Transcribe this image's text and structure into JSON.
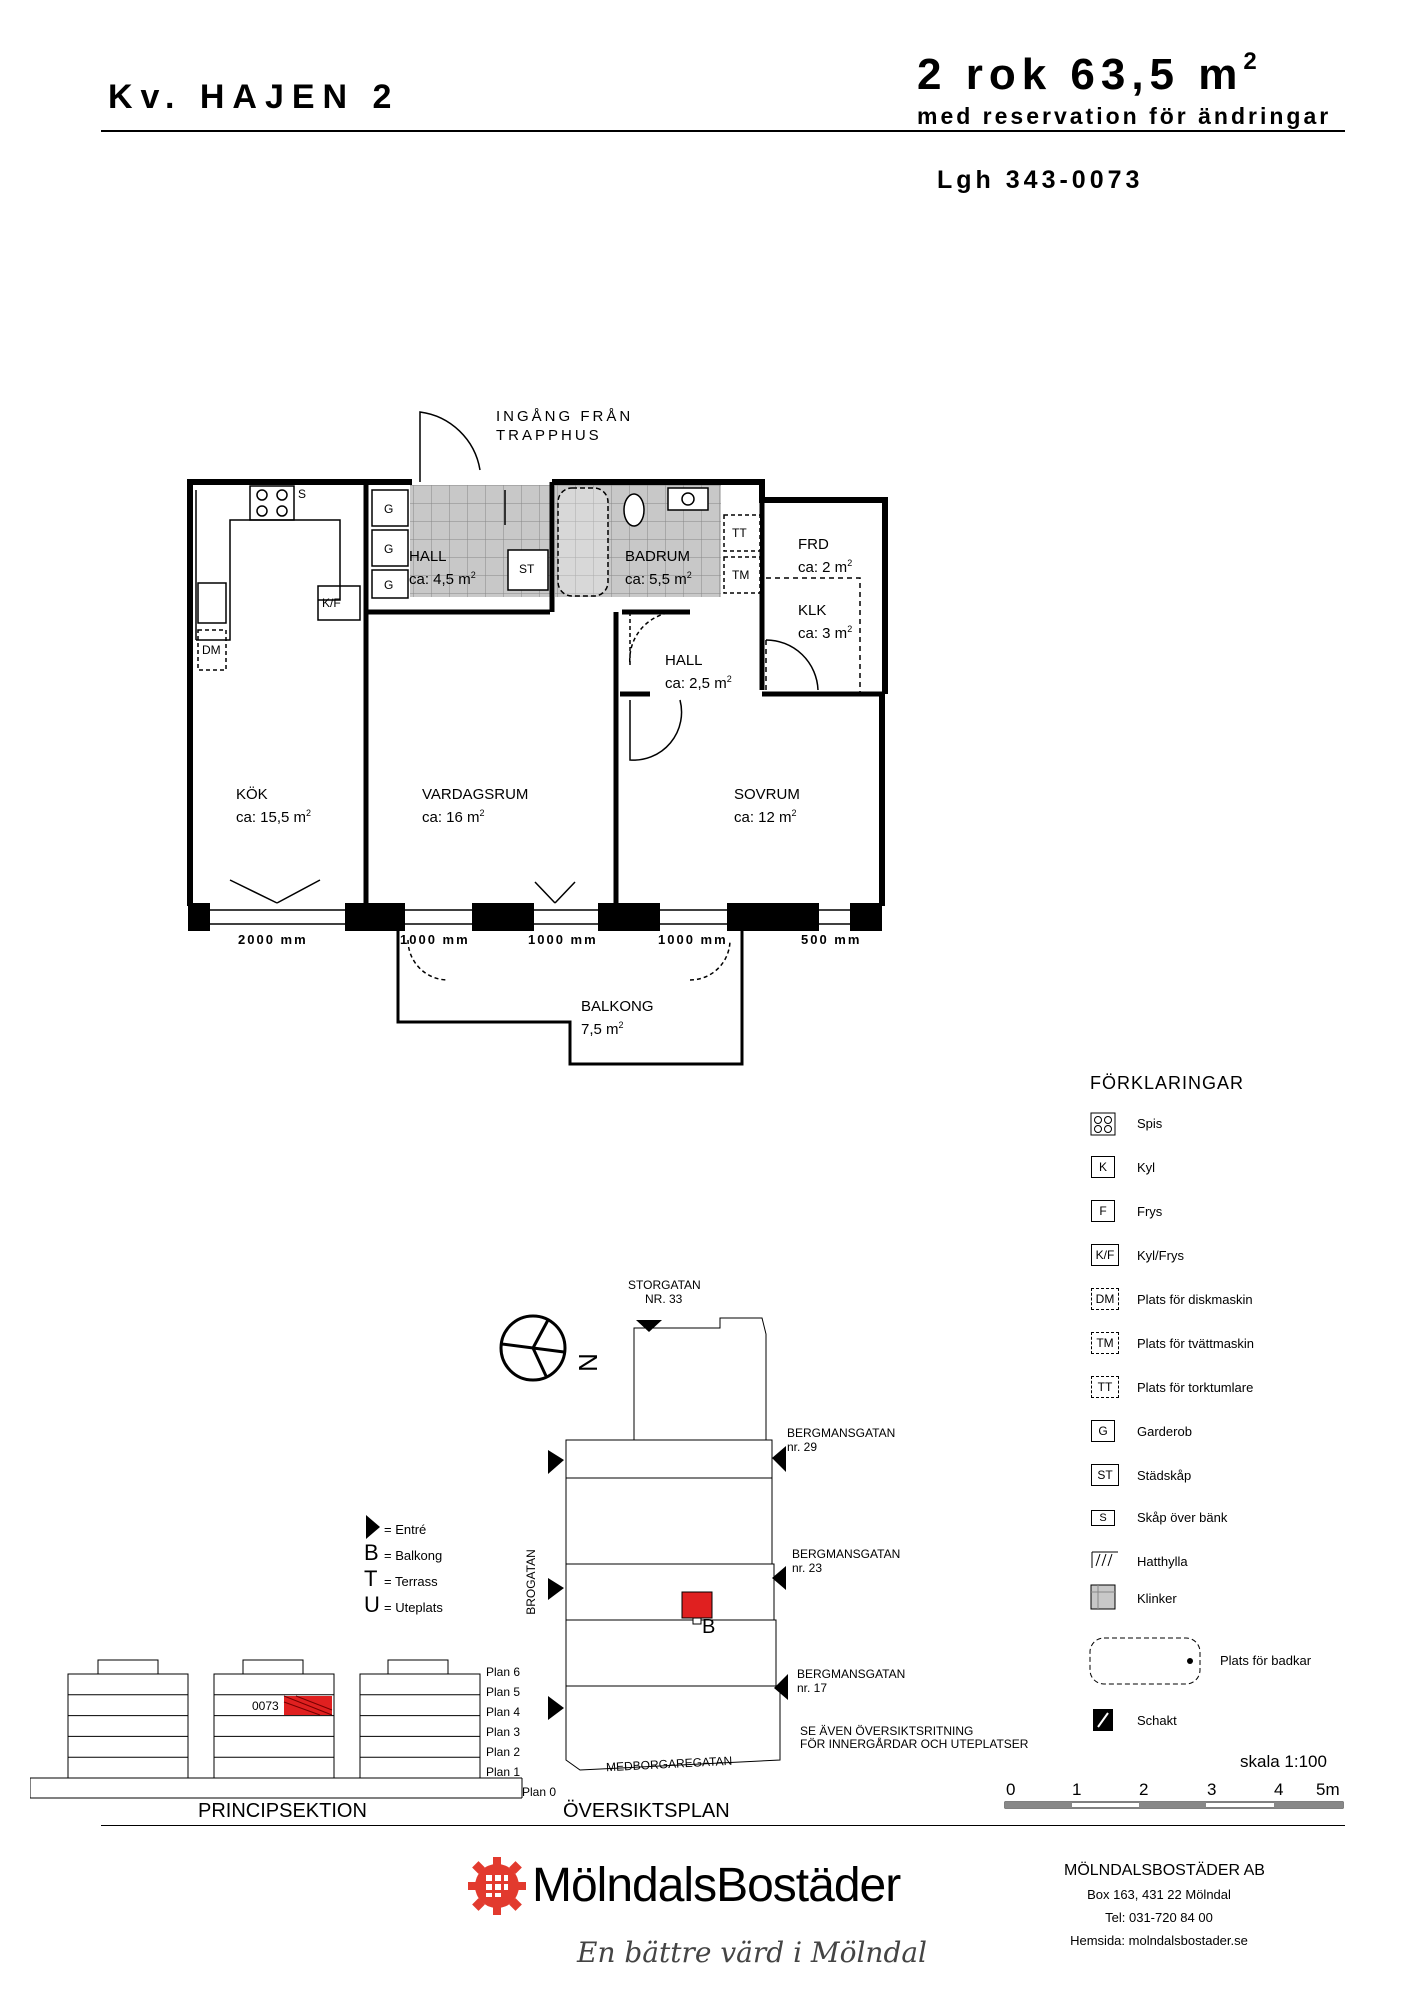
{
  "header": {
    "title": "Kv. HAJEN 2",
    "size_prefix": "2 rok  63,5 m",
    "size_sup": "2",
    "reservation": "med reservation för ändringar",
    "apartment": "Lgh 343-0073"
  },
  "plan": {
    "entrance_line1": "INGÅNG FRÅN",
    "entrance_line2": "TRAPPHUS",
    "rooms": [
      {
        "name": "KÖK",
        "area": "ca: 15,5 m"
      },
      {
        "name": "VARDAGSRUM",
        "area": "ca: 16 m"
      },
      {
        "name": "SOVRUM",
        "area": "ca: 12 m"
      },
      {
        "name": "HALL",
        "area": "ca: 4,5 m"
      },
      {
        "name": "BADRUM",
        "area": "ca: 5,5 m"
      },
      {
        "name": "FRD",
        "area": "ca: 2 m"
      },
      {
        "name": "KLK",
        "area": "ca: 3 m"
      },
      {
        "name": "HALL",
        "area": "ca: 2,5 m"
      },
      {
        "name": "BALKONG",
        "area": "7,5 m"
      }
    ],
    "area_sup": "2",
    "tags": {
      "s": "S",
      "kf": "K/F",
      "dm": "DM",
      "g": "G",
      "st": "ST",
      "tt": "TT",
      "tm": "TM"
    },
    "dimensions": [
      "2000 mm",
      "1000 mm",
      "1000 mm",
      "1000 mm",
      "500 mm"
    ]
  },
  "legend": {
    "title": "FÖRKLARINGAR",
    "items": [
      {
        "key": "",
        "label": "Spis"
      },
      {
        "key": "K",
        "label": "Kyl"
      },
      {
        "key": "F",
        "label": "Frys"
      },
      {
        "key": "K/F",
        "label": "Kyl/Frys"
      },
      {
        "key": "DM",
        "label": "Plats för diskmaskin"
      },
      {
        "key": "TM",
        "label": "Plats för tvättmaskin"
      },
      {
        "key": "TT",
        "label": "Plats för torktumlare"
      },
      {
        "key": "G",
        "label": "Garderob"
      },
      {
        "key": "ST",
        "label": "Städskåp"
      },
      {
        "key": "S",
        "label": "Skåp över bänk"
      },
      {
        "key": "",
        "label": "Hatthylla"
      },
      {
        "key": "",
        "label": "Klinker"
      },
      {
        "key": "",
        "label": "Plats för badkar"
      },
      {
        "key": "",
        "label": "Schakt"
      }
    ],
    "scale": "skala 1:100",
    "scale_ticks": [
      "0",
      "1",
      "2",
      "3",
      "4",
      "5m"
    ]
  },
  "section": {
    "title": "PRINCIPSEKTION",
    "floors": [
      "Plan 6",
      "Plan 5",
      "Plan 4",
      "Plan 3",
      "Plan 2",
      "Plan 1",
      "Plan 0"
    ],
    "unit": "0073",
    "symbols": [
      {
        "sym": "",
        "label": "= Entré"
      },
      {
        "sym": "B",
        "label": "= Balkong"
      },
      {
        "sym": "T",
        "label": "= Terrass"
      },
      {
        "sym": "U",
        "label": "= Uteplats"
      }
    ]
  },
  "overview": {
    "title": "ÖVERSIKTSPLAN",
    "north": "N",
    "storgatan_1": "STORGATAN",
    "storgatan_2": "NR. 33",
    "berg1_1": "BERGMANSGATAN",
    "berg1_2": "nr. 29",
    "berg2_1": "BERGMANSGATAN",
    "berg2_2": "nr. 23",
    "berg3_1": "BERGMANSGATAN",
    "berg3_2": "nr. 17",
    "brogatan": "BROGATAN",
    "medborgaregatan": "MEDBORGAREGATAN",
    "balcony_mark": "B",
    "note_1": "SE ÄVEN ÖVERSIKTSRITNING",
    "note_2": "FÖR INNERGÅRDAR OCH UTEPLATSER"
  },
  "footer": {
    "brand": "MölndalsBostäder",
    "slogan": "En bättre värd i Mölndal",
    "company": "MÖLNDALSBOSTÄDER AB",
    "address": "Box 163,   431 22 Mölndal",
    "phone": "Tel: 031-720 84 00",
    "web": "Hemsida: molndalsbostader.se"
  },
  "colors": {
    "highlight": "#e02020",
    "tile": "#c8c8c8",
    "logo": "#e23a2e"
  }
}
